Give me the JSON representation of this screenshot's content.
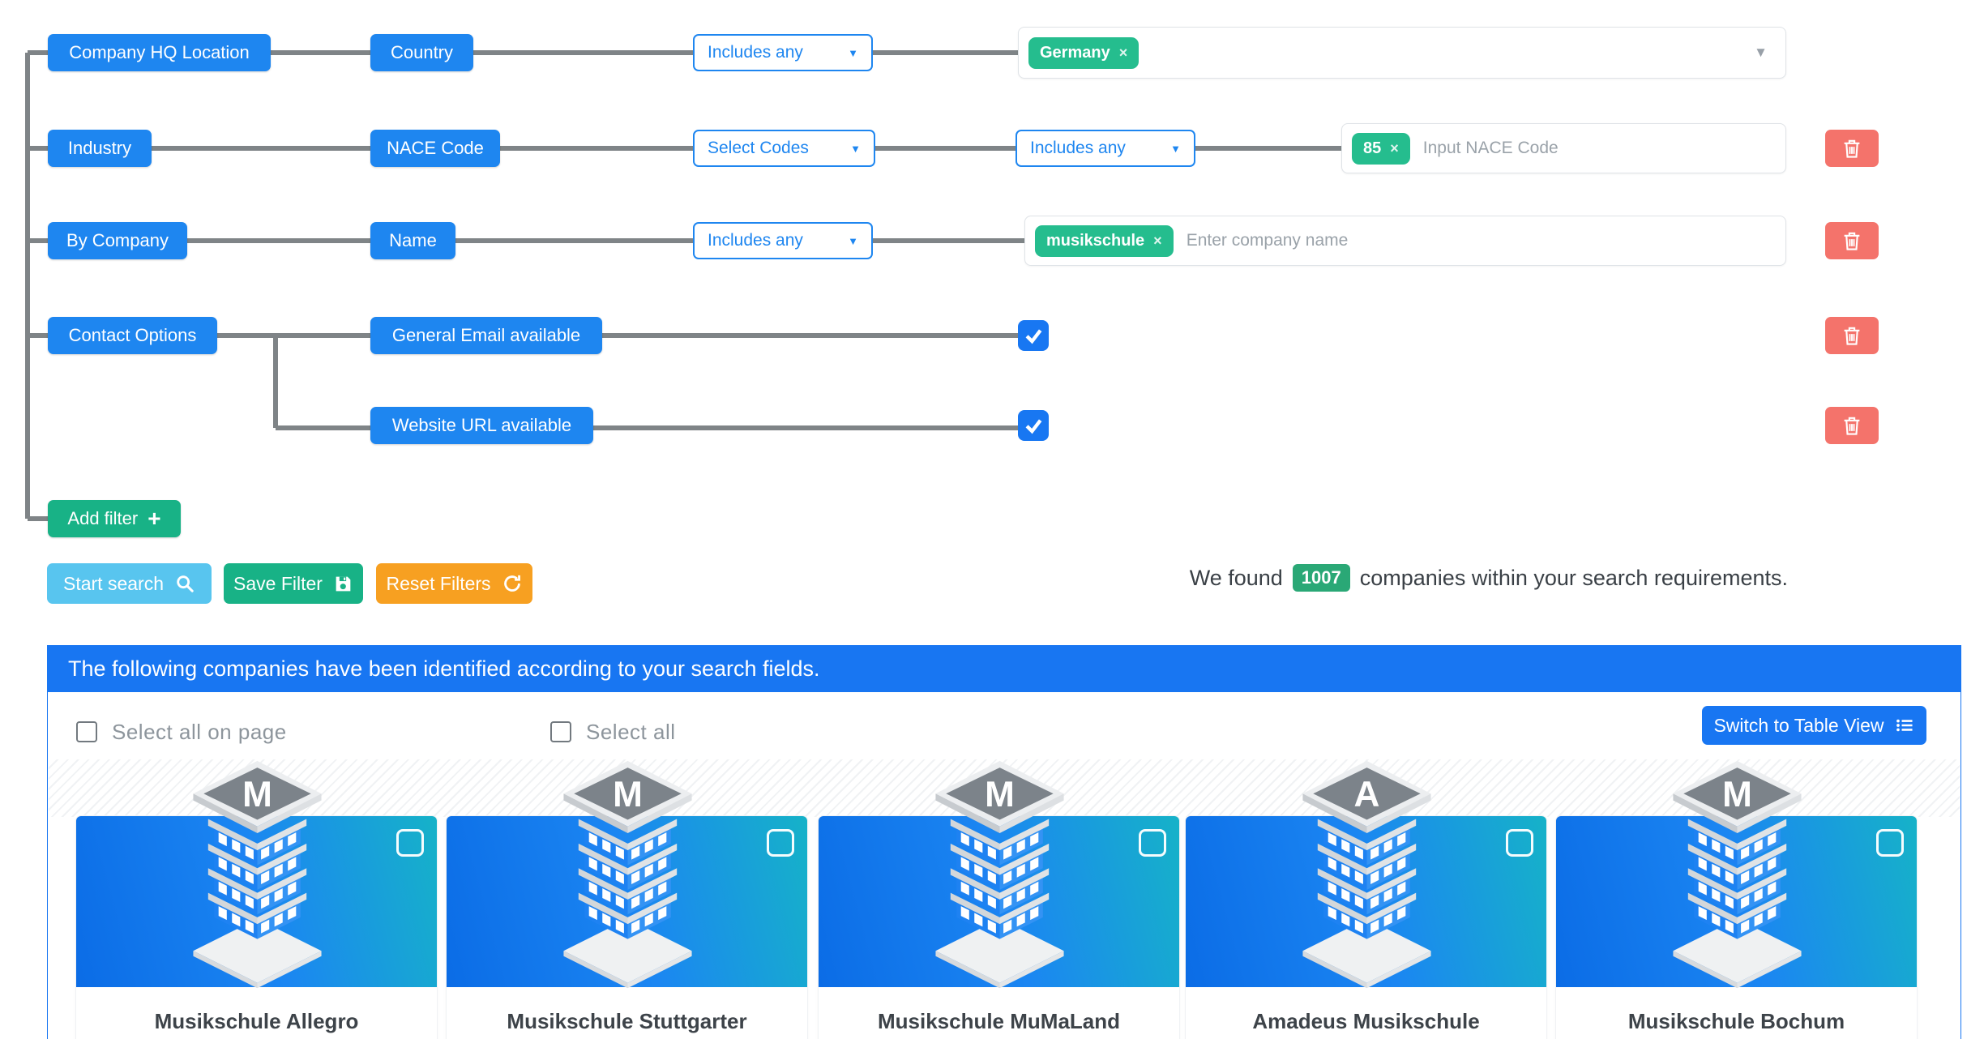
{
  "filter_tree": {
    "dropdown_caret": "▼",
    "rows": [
      {
        "category": "Company HQ Location",
        "field": "Country",
        "operator": "Includes any",
        "tag": "Germany",
        "tag_close": "×"
      },
      {
        "category": "Industry",
        "field": "NACE Code",
        "code_selector": "Select Codes",
        "operator": "Includes any",
        "tag": "85",
        "tag_close": "×",
        "placeholder": "Input NACE Code"
      },
      {
        "category": "By Company",
        "field": "Name",
        "operator": "Includes any",
        "tag": "musikschule",
        "tag_close": "×",
        "placeholder": "Enter company name"
      },
      {
        "category": "Contact Options",
        "options": [
          {
            "label": "General Email available",
            "checked": true
          },
          {
            "label": "Website URL available",
            "checked": true
          }
        ]
      }
    ],
    "add_filter_label": "Add filter",
    "add_filter_plus": "+"
  },
  "actions": {
    "start_search": "Start search",
    "save_filter": "Save Filter",
    "reset_filters": "Reset Filters"
  },
  "summary": {
    "prefix": "We found",
    "count": "1007",
    "suffix": "companies within your search requirements."
  },
  "results_panel": {
    "header": "The following companies have been identified according to your search fields.",
    "select_all_on_page": "Select all on page",
    "select_all": "Select all",
    "switch_to_table_view": "Switch to Table View",
    "companies": [
      {
        "name": "Musikschule Allegro",
        "letter": "M"
      },
      {
        "name": "Musikschule Stuttgarter",
        "letter": "M"
      },
      {
        "name": "Musikschule MuMaLand",
        "letter": "M"
      },
      {
        "name": "Amadeus Musikschule",
        "letter": "A"
      },
      {
        "name": "Musikschule Bochum",
        "letter": "M"
      }
    ]
  },
  "colors": {
    "accent_blue": "#1e86f0",
    "header_blue": "#1876f2",
    "connector_gray": "#7f8487",
    "tag_green": "#25bd8e",
    "badge_green": "#2aa876",
    "button_green": "#18b286",
    "button_lightblue": "#58c5ef",
    "button_orange": "#f7a021",
    "delete_red": "#f4736b"
  }
}
